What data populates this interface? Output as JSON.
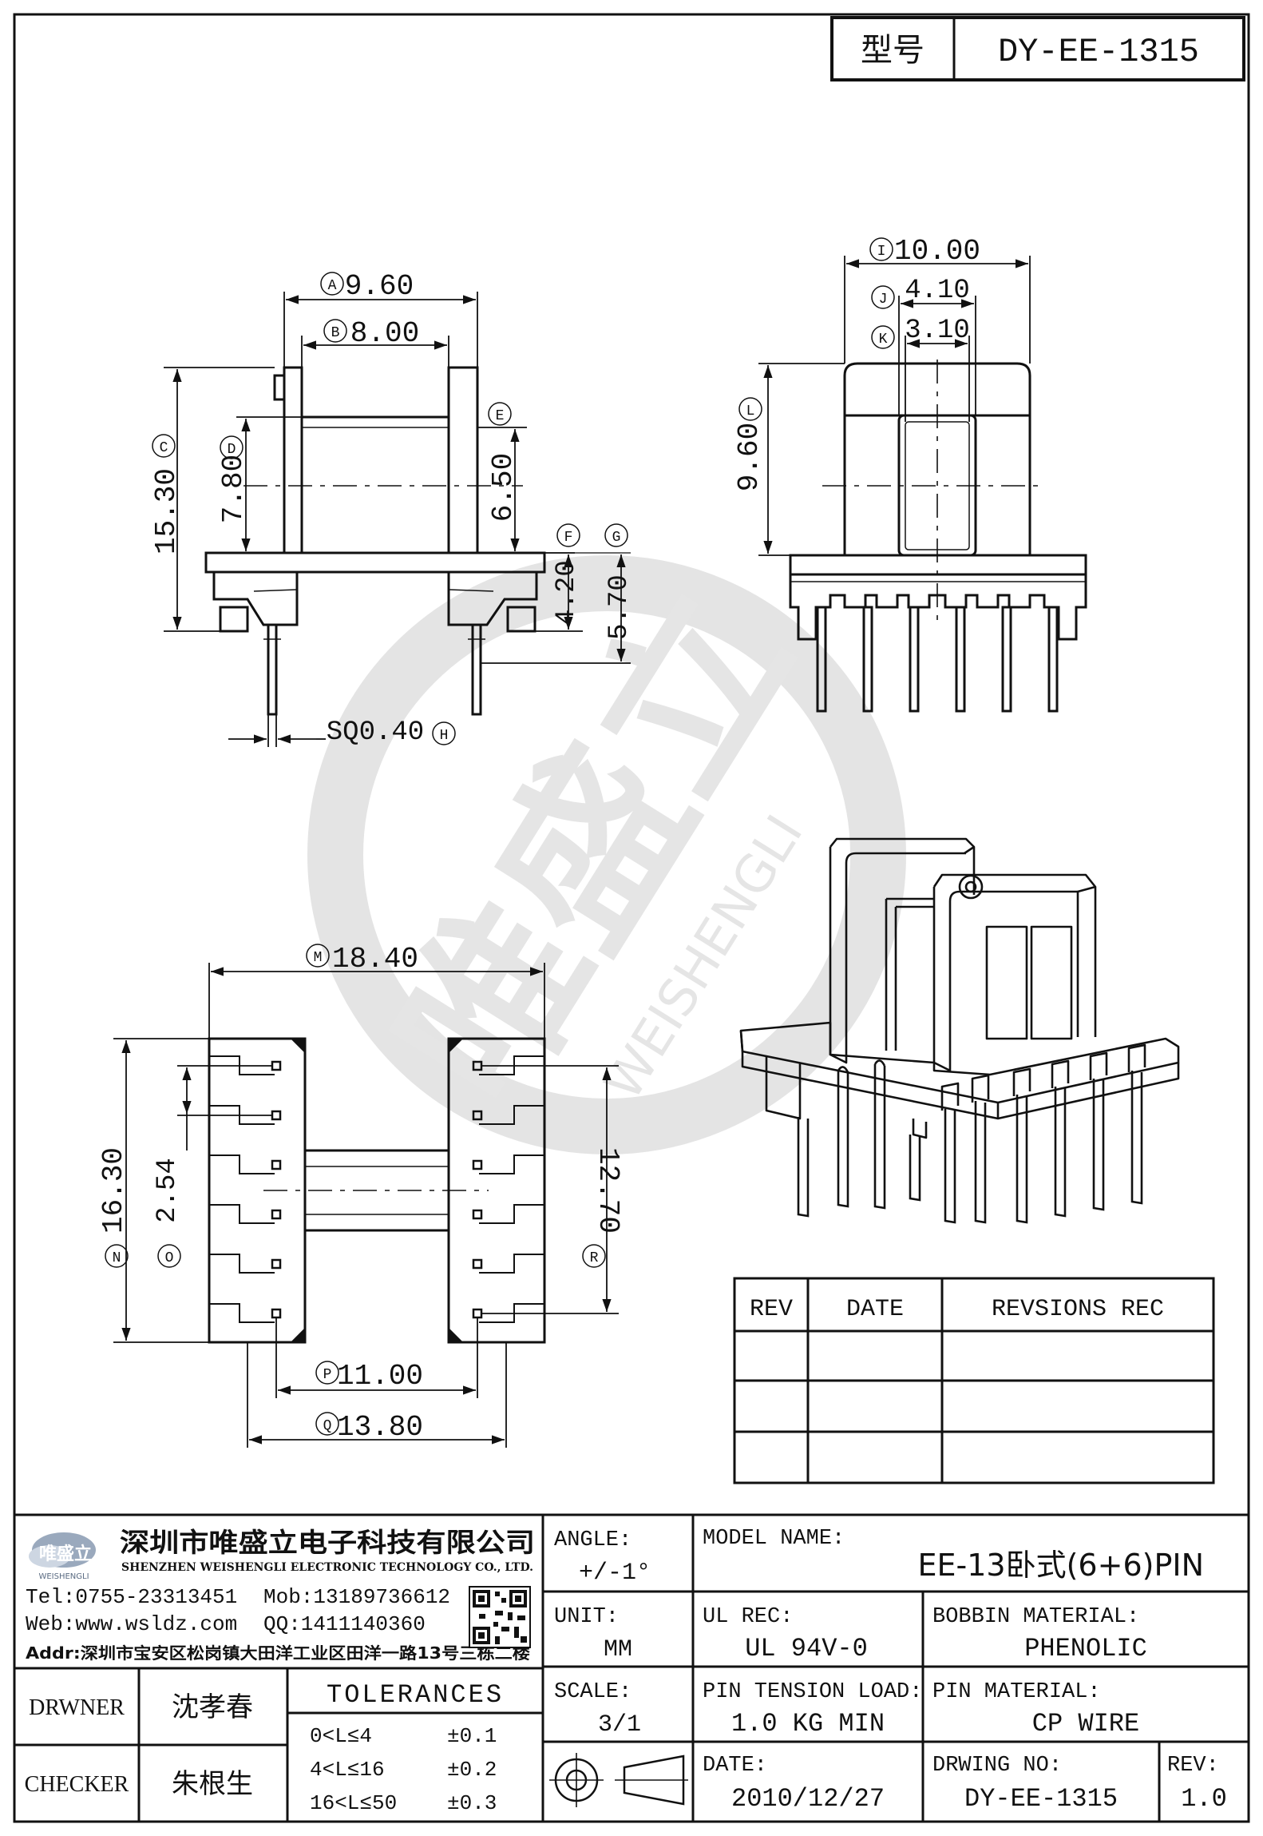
{
  "header": {
    "model_label": "型号",
    "model_value": "DY-EE-1315"
  },
  "dimensions": {
    "A": {
      "code": "A",
      "value": "9.60"
    },
    "B": {
      "code": "B",
      "value": "8.00"
    },
    "C": {
      "code": "C",
      "value": "15.30"
    },
    "D": {
      "code": "D",
      "value": "7.80"
    },
    "E": {
      "code": "E",
      "value": "6.50"
    },
    "F": {
      "code": "F",
      "value": "4.20"
    },
    "G": {
      "code": "G",
      "value": "5.70"
    },
    "H": {
      "code": "H",
      "value": "SQ0.40"
    },
    "I": {
      "code": "I",
      "value": "10.00"
    },
    "J": {
      "code": "J",
      "value": "4.10"
    },
    "K": {
      "code": "K",
      "value": "3.10"
    },
    "L": {
      "code": "L",
      "value": "9.60"
    },
    "M": {
      "code": "M",
      "value": "18.40"
    },
    "N": {
      "code": "N",
      "value": "16.30"
    },
    "O": {
      "code": "O",
      "value": "2.54"
    },
    "P": {
      "code": "P",
      "value": "11.00"
    },
    "Q": {
      "code": "Q",
      "value": "13.80"
    },
    "R": {
      "code": "R",
      "value": "12.70"
    }
  },
  "watermark": {
    "brand_cn": "唯盛立",
    "brand_en": "WEISHENGLI"
  },
  "revisions": {
    "headers": [
      "REV",
      "DATE",
      "REVSIONS REC"
    ],
    "rows": [
      [
        "",
        "",
        ""
      ],
      [
        "",
        "",
        ""
      ],
      [
        "",
        "",
        ""
      ]
    ]
  },
  "company": {
    "logo_text": "唯盛立",
    "logo_sub": "WEISHENGLI",
    "name_cn": "深圳市唯盛立电子科技有限公司",
    "name_en": "SHENZHEN WEISHENGLI ELECTRONIC TECHNOLOGY CO., LTD.",
    "tel": "Tel:0755-23313451",
    "mob": "Mob:13189736612",
    "web": "Web:www.wsldz.com",
    "qq": "QQ:1411140360",
    "addr": "Addr:深圳市宝安区松岗镇大田洋工业区田洋一路13号三栋二楼"
  },
  "title_block": {
    "angle_label": "ANGLE:",
    "angle_value": "+/-1°",
    "model_name_label": "MODEL NAME:",
    "model_name_value": "EE-13卧式(6+6)PIN",
    "unit_label": "UNIT:",
    "unit_value": "MM",
    "ul_label": "UL REC:",
    "ul_value": "UL 94V-0",
    "bobbin_label": "BOBBIN MATERIAL:",
    "bobbin_value": "PHENOLIC",
    "scale_label": "SCALE:",
    "scale_value": "3/1",
    "pin_tension_label": "PIN TENSION LOAD:",
    "pin_tension_value": "1.0 KG MIN",
    "pin_material_label": "PIN MATERIAL:",
    "pin_material_value": "CP WIRE",
    "date_label": "DATE:",
    "date_value": "2010/12/27",
    "drawing_no_label": "DRWING NO:",
    "drawing_no_value": "DY-EE-1315",
    "rev_label": "REV:",
    "rev_value": "1.0",
    "drawer_label": "DRWNER",
    "drawer_name": "沈孝春",
    "checker_label": "CHECKER",
    "checker_name": "朱根生",
    "tolerances_label": "TOLERANCES",
    "tolerances": [
      {
        "range": "0<L≤4",
        "value": "±0.1"
      },
      {
        "range": "4<L≤16",
        "value": "±0.2"
      },
      {
        "range": "16<L≤50",
        "value": "±0.3"
      }
    ]
  }
}
